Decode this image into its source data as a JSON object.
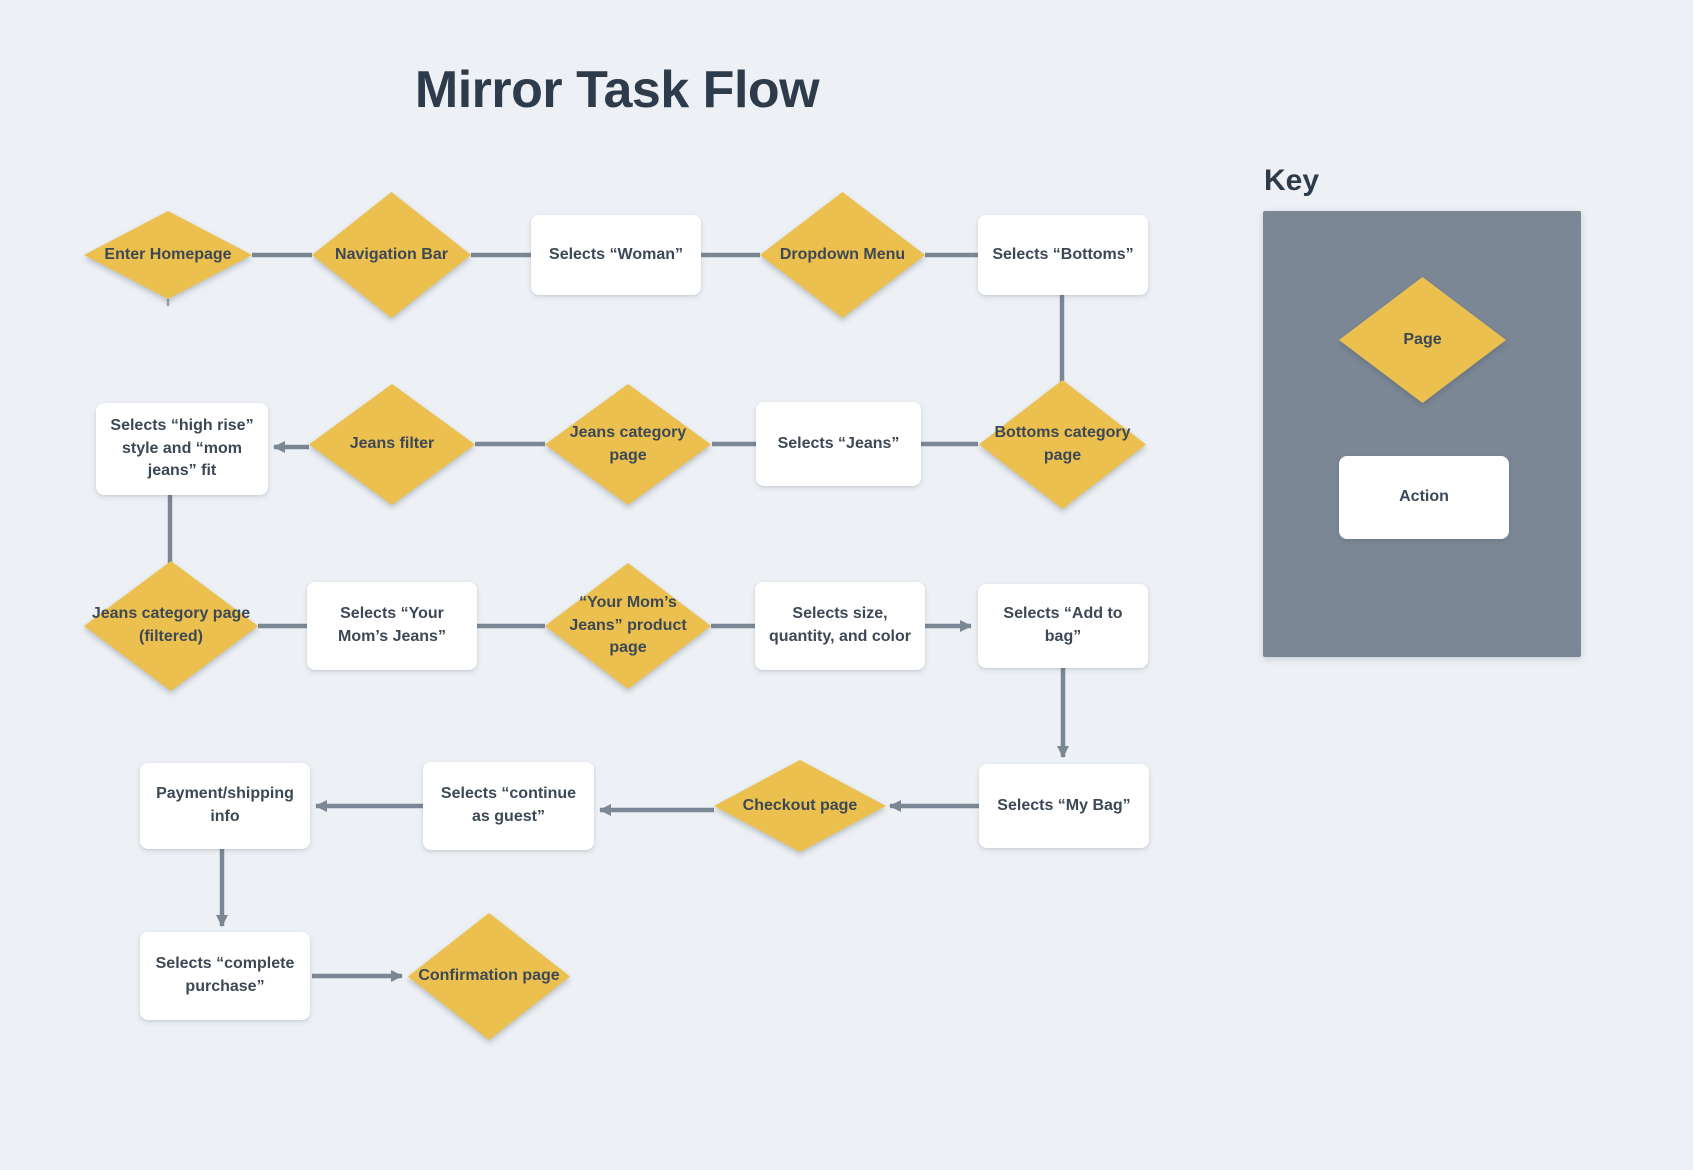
{
  "title": "Mirror Task Flow",
  "key": {
    "heading": "Key",
    "page_label": "Page",
    "action_label": "Action"
  },
  "colors": {
    "background": "#edf1f5",
    "page_fill": "#ecc04e",
    "action_fill": "#ffffff",
    "connector": "#7b8794",
    "key_panel": "#7c8795",
    "node_text": "#3d4856",
    "heading_text": "#2e3b4a"
  },
  "nodes": [
    {
      "id": "enter-homepage",
      "type": "page",
      "label": "Enter Homepage"
    },
    {
      "id": "navigation-bar",
      "type": "page",
      "label": "Navigation Bar"
    },
    {
      "id": "selects-woman",
      "type": "action",
      "label": "Selects “Woman”"
    },
    {
      "id": "dropdown-menu",
      "type": "page",
      "label": "Dropdown Menu"
    },
    {
      "id": "selects-bottoms",
      "type": "action",
      "label": "Selects “Bottoms”"
    },
    {
      "id": "bottoms-category-page",
      "type": "page",
      "label": "Bottoms category page"
    },
    {
      "id": "selects-jeans",
      "type": "action",
      "label": "Selects “Jeans”"
    },
    {
      "id": "jeans-category-page",
      "type": "page",
      "label": "Jeans category page"
    },
    {
      "id": "jeans-filter",
      "type": "page",
      "label": "Jeans filter"
    },
    {
      "id": "selects-high-rise-mom-jeans",
      "type": "action",
      "label": "Selects “high rise” style and “mom jeans” fit"
    },
    {
      "id": "jeans-category-page-filtered",
      "type": "page",
      "label": "Jeans category page (filtered)"
    },
    {
      "id": "selects-your-moms-jeans",
      "type": "action",
      "label": "Selects “Your Mom’s Jeans”"
    },
    {
      "id": "your-moms-jeans-product-page",
      "type": "page",
      "label": "“Your Mom’s Jeans” product page"
    },
    {
      "id": "selects-size-quantity-color",
      "type": "action",
      "label": "Selects size, quantity, and color"
    },
    {
      "id": "selects-add-to-bag",
      "type": "action",
      "label": "Selects “Add to bag”"
    },
    {
      "id": "selects-my-bag",
      "type": "action",
      "label": "Selects “My Bag”"
    },
    {
      "id": "checkout-page",
      "type": "page",
      "label": "Checkout page"
    },
    {
      "id": "selects-continue-as-guest",
      "type": "action",
      "label": "Selects “continue as guest”"
    },
    {
      "id": "payment-shipping-info",
      "type": "action",
      "label": "Payment/shipping info"
    },
    {
      "id": "selects-complete-purchase",
      "type": "action",
      "label": "Selects “complete purchase”"
    },
    {
      "id": "confirmation-page",
      "type": "page",
      "label": "Confirmation page"
    }
  ],
  "connections": [
    {
      "from": "enter-homepage",
      "to": "navigation-bar",
      "arrow": false
    },
    {
      "from": "navigation-bar",
      "to": "selects-woman",
      "arrow": false
    },
    {
      "from": "selects-woman",
      "to": "dropdown-menu",
      "arrow": false
    },
    {
      "from": "dropdown-menu",
      "to": "selects-bottoms",
      "arrow": false
    },
    {
      "from": "selects-bottoms",
      "to": "bottoms-category-page",
      "arrow": false
    },
    {
      "from": "bottoms-category-page",
      "to": "selects-jeans",
      "arrow": false
    },
    {
      "from": "selects-jeans",
      "to": "jeans-category-page",
      "arrow": false
    },
    {
      "from": "jeans-category-page",
      "to": "jeans-filter",
      "arrow": false
    },
    {
      "from": "jeans-filter",
      "to": "selects-high-rise-mom-jeans",
      "arrow": true
    },
    {
      "from": "selects-high-rise-mom-jeans",
      "to": "jeans-category-page-filtered",
      "arrow": false
    },
    {
      "from": "jeans-category-page-filtered",
      "to": "selects-your-moms-jeans",
      "arrow": false
    },
    {
      "from": "selects-your-moms-jeans",
      "to": "your-moms-jeans-product-page",
      "arrow": false
    },
    {
      "from": "your-moms-jeans-product-page",
      "to": "selects-size-quantity-color",
      "arrow": false
    },
    {
      "from": "selects-size-quantity-color",
      "to": "selects-add-to-bag",
      "arrow": true
    },
    {
      "from": "selects-add-to-bag",
      "to": "selects-my-bag",
      "arrow": true
    },
    {
      "from": "selects-my-bag",
      "to": "checkout-page",
      "arrow": true
    },
    {
      "from": "checkout-page",
      "to": "selects-continue-as-guest",
      "arrow": true
    },
    {
      "from": "selects-continue-as-guest",
      "to": "payment-shipping-info",
      "arrow": true
    },
    {
      "from": "payment-shipping-info",
      "to": "selects-complete-purchase",
      "arrow": true
    },
    {
      "from": "selects-complete-purchase",
      "to": "confirmation-page",
      "arrow": true
    }
  ]
}
